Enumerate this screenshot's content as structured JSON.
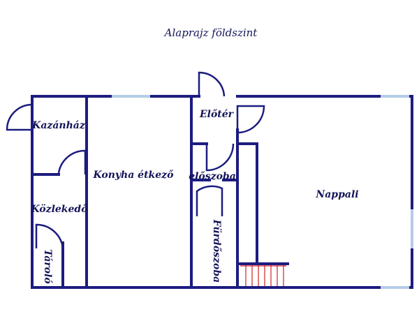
{
  "title": "Alaprajz földszint",
  "rooms": {
    "kazanhaz": "Kazánház",
    "konyha": "Konyha étkező",
    "eloter": "Előtér",
    "eloszoba": "előszoba",
    "nappali": "Nappali",
    "kozlekedo": "Közlekedő",
    "furdoszoba": "Fürdőszoba",
    "tarolo": "Tároló"
  },
  "colors": {
    "wall": "#1c1c80",
    "window": "#b4cde8",
    "stair": "#d22020",
    "text": "#14145a"
  }
}
